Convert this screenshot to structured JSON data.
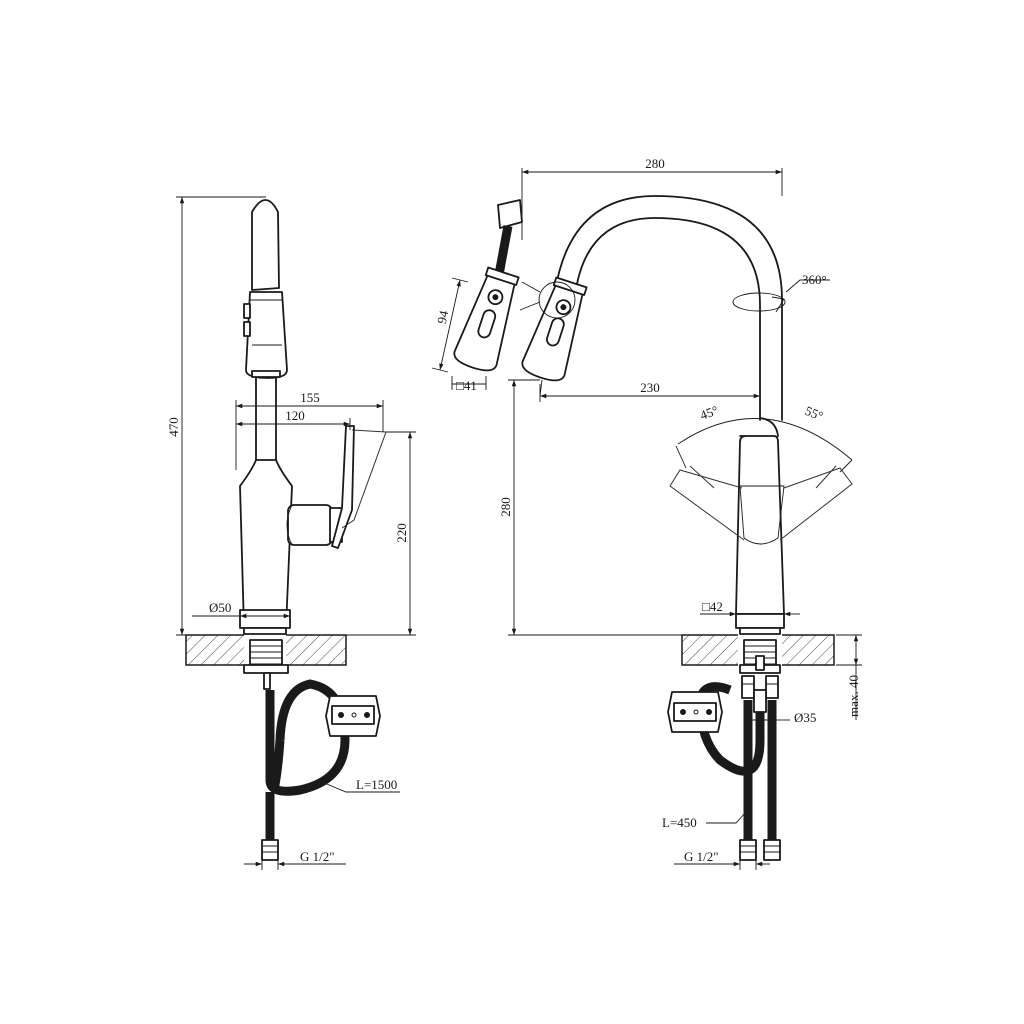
{
  "labels": {
    "total_height": "470",
    "reach_short": "155",
    "lever_reach": "120",
    "lever_height": "220",
    "base_diameter": "Ø50",
    "hose_length_left": "L=1500",
    "thread_left": "G 1/2\"",
    "head_length": "94",
    "head_square": "□41",
    "span": "280",
    "swivel": "360°",
    "spout_reach": "230",
    "spout_height": "280",
    "angle_left": "45°",
    "angle_right": "55°",
    "body_square": "□42",
    "max_thickness": "max. 40",
    "hole_diameter": "Ø35",
    "hose_length_right": "L=450",
    "thread_right": "G 1/2\""
  }
}
